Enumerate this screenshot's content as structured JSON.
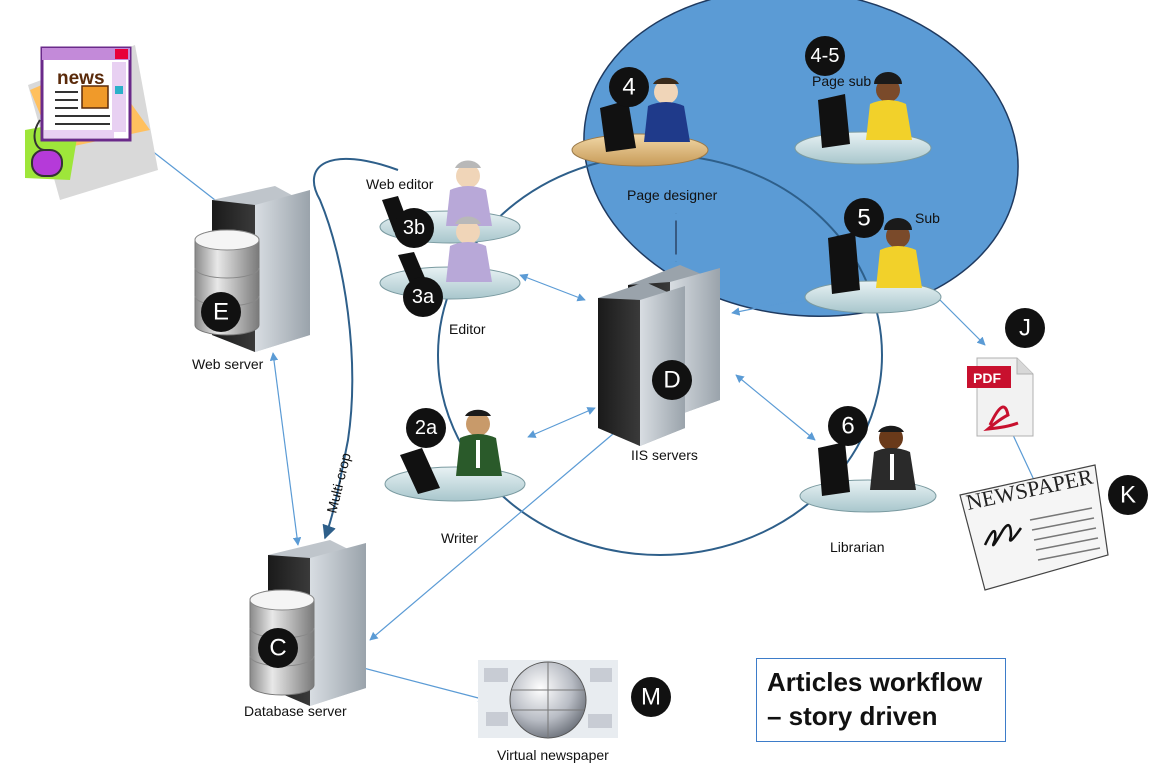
{
  "title": {
    "line1": "Articles workflow",
    "line2": "– story driven"
  },
  "badges": {
    "E": "E",
    "C": "C",
    "D": "D",
    "M": "M",
    "J": "J",
    "K": "K",
    "n2a": "2a",
    "n3a": "3a",
    "n3b": "3b",
    "n4": "4",
    "n45": "4-5",
    "n5": "5",
    "n6": "6"
  },
  "labels": {
    "web_server": "Web server",
    "database_server": "Database server",
    "iis_servers": "IIS servers",
    "web_editor": "Web editor",
    "editor": "Editor",
    "writer": "Writer",
    "librarian": "Librarian",
    "page_designer": "Page designer",
    "page_sub": "Page sub",
    "sub": "Sub",
    "multi_crop": "Multi-crop",
    "virtual_newspaper": "Virtual newspaper",
    "pdf": "PDF",
    "news": "news",
    "newspaper": "NEWSPAPER"
  },
  "colors": {
    "blue_ellipse": "#5b9bd5",
    "arrow": "#5b9bd5",
    "loop": "#2e5f8a",
    "badge": "#111111",
    "title_border": "#3d7cc9"
  }
}
